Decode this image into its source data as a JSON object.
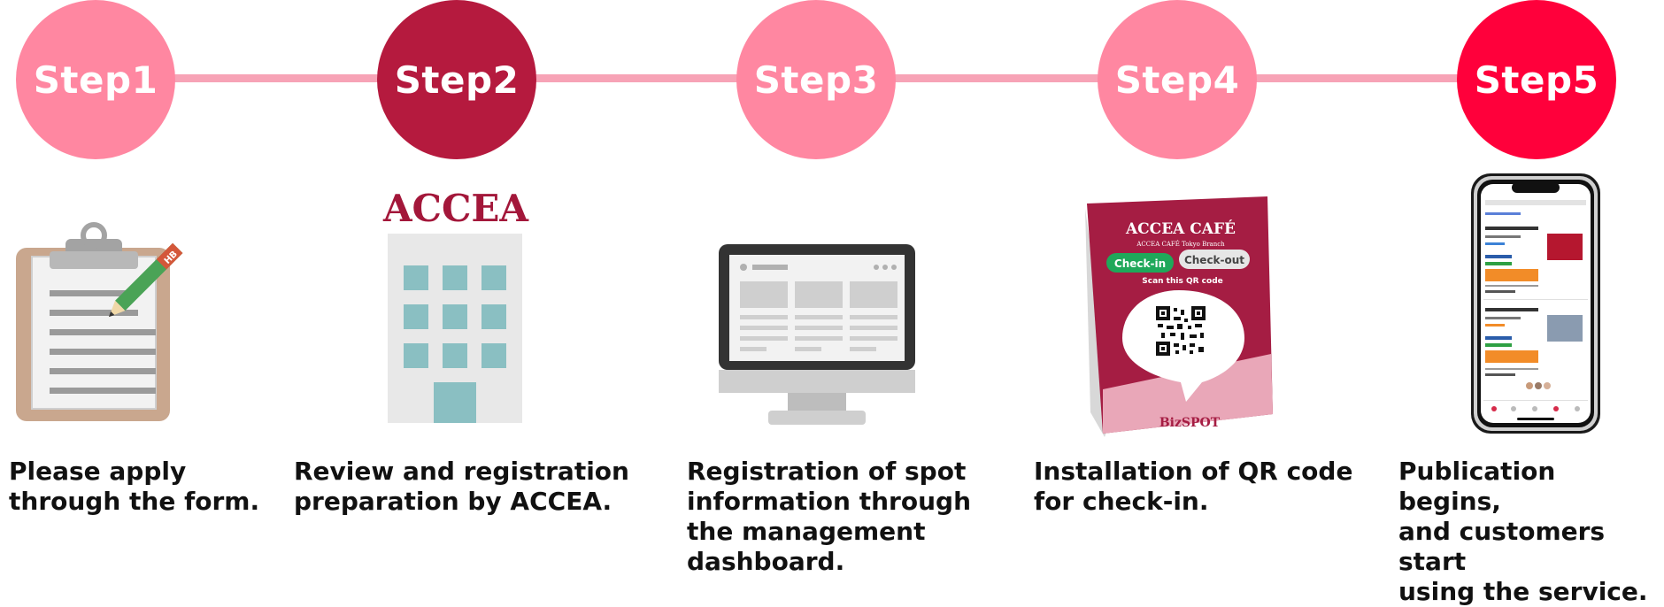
{
  "colors": {
    "connector": "#f7a3b6",
    "circle_pink": "#ff87a1",
    "circle_crimson": "#b51a3e",
    "circle_red": "#ff003b"
  },
  "steps": [
    {
      "label": "Step1",
      "color": "#ff87a1",
      "description": "Please apply\nthrough the form."
    },
    {
      "label": "Step2",
      "color": "#b51a3e",
      "description": "Review and registration\npreparation by ACCEA."
    },
    {
      "label": "Step3",
      "color": "#ff87a1",
      "description": "Registration of spot\ninformation through\nthe management\ndashboard."
    },
    {
      "label": "Step4",
      "color": "#ff87a1",
      "description": "Installation of QR code\nfor check-in."
    },
    {
      "label": "Step5",
      "color": "#ff003b",
      "description": "Publication begins,\nand customers start\nusing the service."
    }
  ],
  "building": {
    "brand": "ACCEA"
  },
  "pop": {
    "brand": "ACCEA CAFÉ",
    "branch": "ACCEA CAFÉ Tokyo Branch",
    "checkin": "Check-in",
    "checkout": "Check-out",
    "scan": "Scan this QR code",
    "footer": "BizSPOT"
  },
  "pencil": {
    "grade": "HB"
  }
}
